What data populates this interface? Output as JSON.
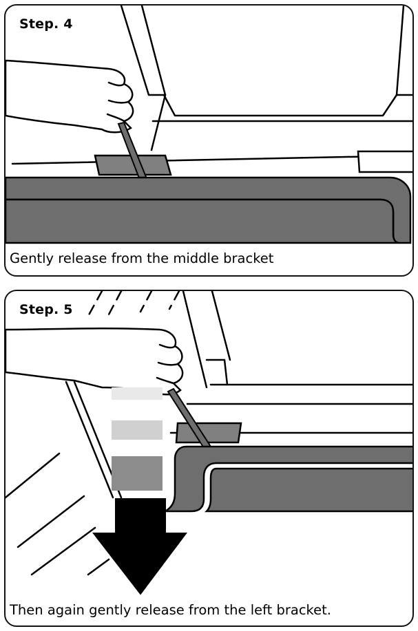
{
  "steps": [
    {
      "title": "Step. 4",
      "caption": "Gently release from the middle bracket"
    },
    {
      "title": "Step. 5",
      "caption": "Then again gently release from the left bracket."
    }
  ],
  "colors": {
    "rail": "#6e6e6e",
    "bracket": "#808080",
    "outline": "#000000",
    "arrow": "#000000",
    "fade_light": "#e9e9e9",
    "fade_mid": "#d0d0d0",
    "fade_dark": "#8c8c8c"
  }
}
